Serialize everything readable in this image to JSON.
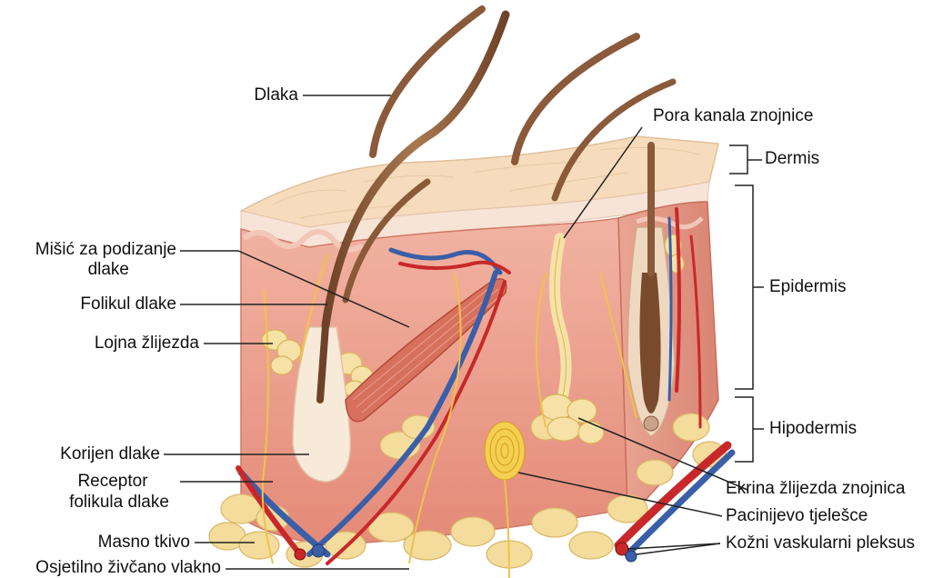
{
  "figure": {
    "labels_left": {
      "hair": "Dlaka",
      "arrector_muscle_line1": "Mišić za podizanje",
      "arrector_muscle_line2": "dlake",
      "hair_follicle": "Folikul dlake",
      "sebaceous_gland": "Lojna žlijezda",
      "hair_root": "Korijen dlake",
      "follicle_receptor_line1": "Receptor",
      "follicle_receptor_line2": "folikula dlake",
      "adipose_tissue": "Masno tkivo",
      "sensory_nerve": "Osjetilno živčano vlakno"
    },
    "labels_right": {
      "sweat_pore": "Pora kanala znojnice",
      "eccrine_gland": "Ekrina žlijezda znojnica",
      "pacinian": "Pacinijevo tjelešce",
      "vascular_plexus": "Kožni vaskularni pleksus"
    },
    "layers": {
      "dermis": "Dermis",
      "epidermis": "Epidermis",
      "hypodermis": "Hipodermis"
    },
    "colors": {
      "surface": "#f6dcbc",
      "dermis_fill": "#e89a88",
      "hair": "#8a5a3a",
      "artery": "#c8282a",
      "vein": "#3a5fa8",
      "nerve": "#f0c24a",
      "fat": "#f3dc9c"
    }
  }
}
